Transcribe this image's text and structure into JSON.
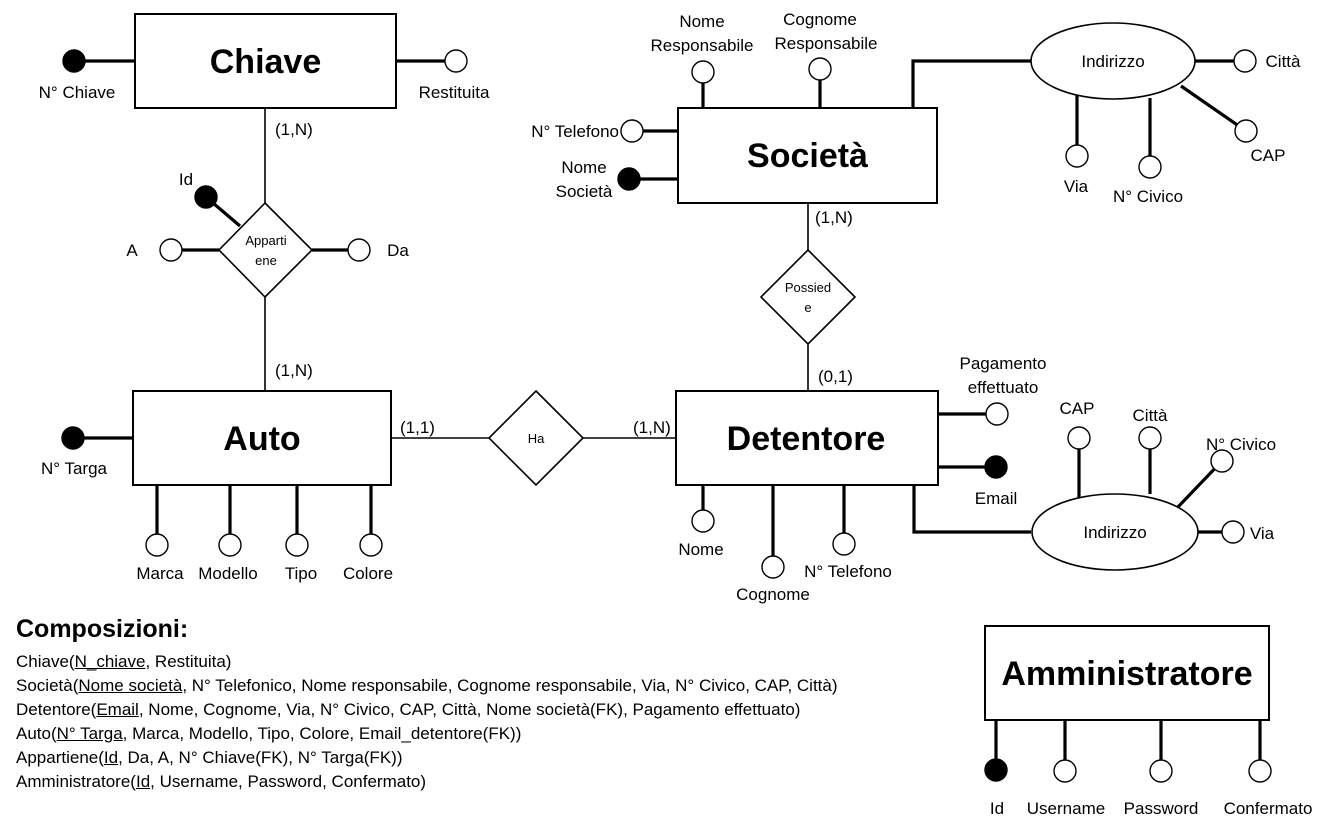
{
  "entities": {
    "chiave": "Chiave",
    "societa": "Società",
    "auto": "Auto",
    "detentore": "Detentore",
    "amministratore": "Amministratore"
  },
  "relationships": {
    "appartiene": [
      "Apparti",
      "ene"
    ],
    "possiede": [
      "Possied",
      "e"
    ],
    "ha": [
      "Ha"
    ]
  },
  "attributes": {
    "chiave": {
      "n_chiave": "N° Chiave",
      "restituita": "Restituita"
    },
    "appartiene": {
      "id": "Id",
      "a": "A",
      "da": "Da"
    },
    "societa": {
      "nome_responsabile": [
        "Nome",
        "Responsabile"
      ],
      "cognome_responsabile": [
        "Cognome",
        "Responsabile"
      ],
      "n_telefono": "N° Telefono",
      "nome_societa": [
        "Nome",
        "Società"
      ],
      "indirizzo": "Indirizzo",
      "citta": "Città",
      "via": "Via",
      "n_civico": "N° Civico",
      "cap": "CAP"
    },
    "auto": {
      "n_targa": "N° Targa",
      "marca": "Marca",
      "modello": "Modello",
      "tipo": "Tipo",
      "colore": "Colore"
    },
    "detentore": {
      "pagamento": [
        "Pagamento",
        "effettuato"
      ],
      "email": "Email",
      "nome": "Nome",
      "cognome": "Cognome",
      "n_telefono": "N° Telefono",
      "indirizzo": "Indirizzo",
      "cap": "CAP",
      "citta": "Città",
      "n_civico": "N° Civico",
      "via": "Via"
    },
    "amministratore": {
      "id": "Id",
      "username": "Username",
      "password": "Password",
      "confermato": "Confermato"
    }
  },
  "cardinalities": {
    "chiave_appartiene": "(1,N)",
    "auto_appartiene": "(1,N)",
    "societa_possiede": "(1,N)",
    "detentore_possiede": "(0,1)",
    "auto_ha": "(1,1)",
    "detentore_ha": "(1,N)"
  },
  "composizioni": {
    "title": "Composizioni:",
    "lines": [
      {
        "pre": "Chiave(",
        "key": "N_chiave",
        "post": ", Restituita)"
      },
      {
        "pre": "Società(",
        "key": "Nome società",
        "post": ", N° Telefonico, Nome responsabile, Cognome responsabile, Via, N° Civico, CAP, Città)"
      },
      {
        "pre": "Detentore(",
        "key": "Email",
        "post": ", Nome, Cognome, Via, N° Civico, CAP, Città, Nome società(FK), Pagamento effettuato)"
      },
      {
        "pre": "Auto(",
        "key": "N° Targa",
        "post": ", Marca, Modello, Tipo, Colore, Email_detentore(FK))"
      },
      {
        "pre": "Appartiene(",
        "key": "Id",
        "post": ", Da, A, N° Chiave(FK), N° Targa(FK))"
      },
      {
        "pre": "Amministratore(",
        "key": "Id",
        "post": ", Username, Password, Confermato)"
      }
    ]
  }
}
